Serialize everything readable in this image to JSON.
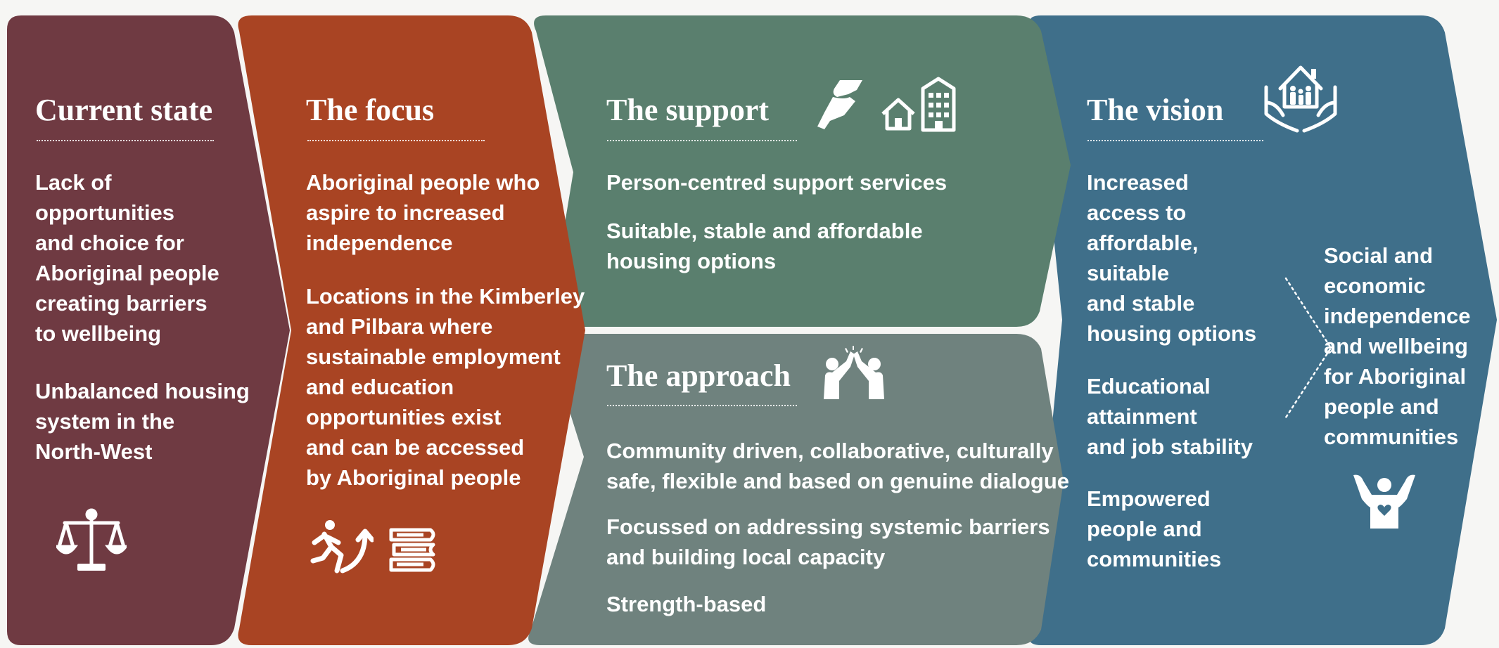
{
  "panels": {
    "current_state": {
      "title": "Current state",
      "color": "#6f3a42",
      "items": [
        "Lack of\nopportunities\nand choice for\nAboriginal people\ncreating barriers\nto wellbeing",
        "Unbalanced housing\nsystem in the\nNorth-West"
      ],
      "icons": [
        "scales-icon"
      ]
    },
    "focus": {
      "title": "The focus",
      "color": "#a94423",
      "items": [
        "Aboriginal people who\naspire to increased\nindependence",
        "Locations in the Kimberley\nand Pilbara where\nsustainable employment\nand education\nopportunities exist\nand can be accessed\nby Aboriginal people"
      ],
      "icons": [
        "running-person-arrow-icon",
        "books-icon"
      ]
    },
    "support": {
      "title": "The support",
      "color": "#5a7f6e",
      "items": [
        "Person-centred support services",
        "Suitable, stable and affordable\nhousing options"
      ],
      "icons": [
        "helping-hands-icon",
        "house-icon",
        "apartment-building-icon"
      ]
    },
    "approach": {
      "title": "The approach",
      "color": "#6f827e",
      "items": [
        "Community driven, collaborative, culturally\nsafe, flexible and based on genuine dialogue",
        "Focussed on addressing systemic barriers\nand building local capacity",
        "Strength-based"
      ],
      "icons": [
        "high-five-icon"
      ]
    },
    "vision": {
      "title": "The vision",
      "color": "#3f6f8a",
      "items": [
        "Increased\naccess to\naffordable,\nsuitable\nand stable\nhousing options",
        "Educational\nattainment\nand job stability",
        "Empowered\npeople and\ncommunities"
      ],
      "outcome": "Social and\neconomic\nindependence\nand wellbeing\nfor Aboriginal\npeople and\ncommunities",
      "icons": [
        "family-house-in-hands-icon",
        "person-with-heart-icon",
        "chevron-right-icon"
      ]
    }
  }
}
